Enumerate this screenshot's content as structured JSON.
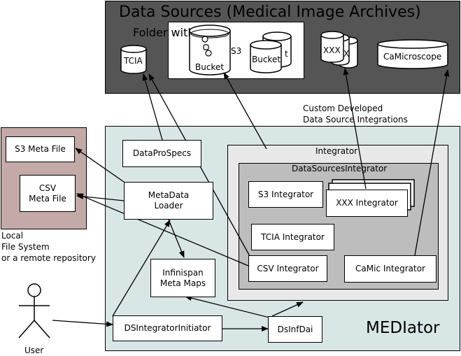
{
  "data_sources": {
    "title": "Data Sources (Medical Image Archives)",
    "folder_label": "Folder with files",
    "s3_label": "S3",
    "tcia_label": "TCIA",
    "bucket_label": "Bucket",
    "bucket_back_glyph": "t",
    "xxx_label": "XXX",
    "xxx_back_glyph": "X",
    "camicroscope_label": "CaMicroscope"
  },
  "custom_note": {
    "line1": "Custom Developed",
    "line2": "Data Source Integrations"
  },
  "local_fs": {
    "s3_meta_file": "S3 Meta File",
    "csv_meta_line1": "CSV",
    "csv_meta_line2": "Meta File",
    "caption_line1": "Local",
    "caption_line2": "File System",
    "caption_line3": "or a remote repository"
  },
  "mediator": {
    "title": "MEDIator",
    "dataprospecs": "DataProSpecs",
    "metadata_loader_line1": "MetaData",
    "metadata_loader_line2": "Loader",
    "infinispan_line1": "Infinispan",
    "infinispan_line2": "Meta Maps",
    "ds_integrator_initiator": "DSIntegratorInitiator",
    "dsinfdai": "DsInfDai",
    "integrator_title": "Integrator",
    "datasources_integrator_title": "DataSourcesIntegrator",
    "s3_integrator": "S3 Integrator",
    "xxx_integrator": "XXX Integrator",
    "tcia_integrator": "TCIA Integrator",
    "csv_integrator": "CSV Integrator",
    "camic_integrator": "CaMic Integrator"
  },
  "user": {
    "label": "User"
  }
}
